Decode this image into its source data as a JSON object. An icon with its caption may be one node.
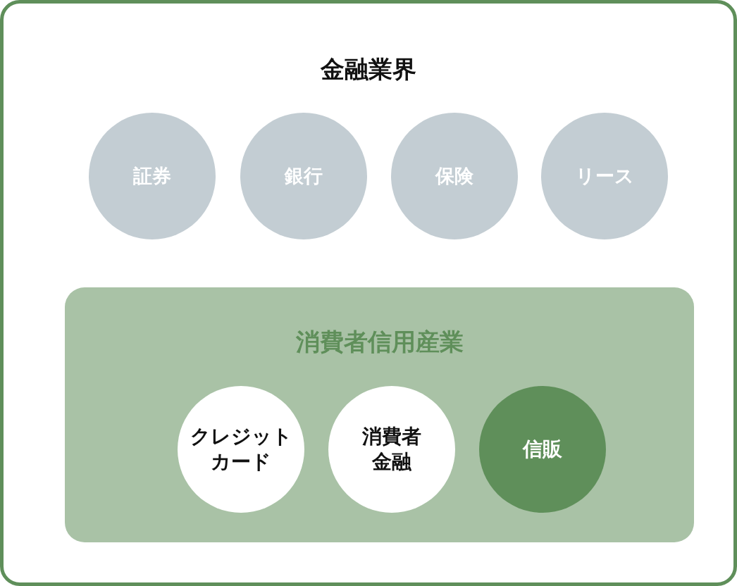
{
  "diagram": {
    "nodes": [
      {
        "text": [
          "金融業界"
        ]
      },
      {
        "text": [
          "証券"
        ],
        "in": 0
      },
      {
        "text": [
          "銀行"
        ],
        "in": 0
      },
      {
        "text": [
          "保険"
        ],
        "in": 0
      },
      {
        "text": [
          "リース"
        ],
        "in": 0
      },
      {
        "text": [
          "消費者信用産業"
        ],
        "in": 0
      },
      {
        "text": [
          "クレジットカード"
        ],
        "in": 5
      },
      {
        "text": [
          "消費者金融"
        ],
        "in": 5
      },
      {
        "text": [
          "信販"
        ],
        "in": 5
      }
    ]
  }
}
